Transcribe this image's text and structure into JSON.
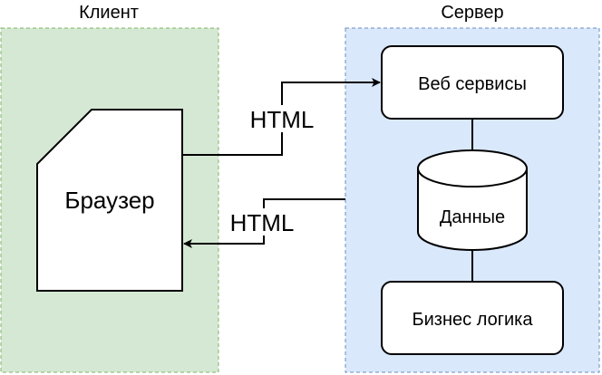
{
  "client": {
    "title": "Клиент",
    "browser_label": "Браузер"
  },
  "server": {
    "title": "Сервер",
    "web_services_label": "Веб сервисы",
    "data_label": "Данные",
    "business_logic_label": "Бизнес логика"
  },
  "edges": {
    "request_label": "HTML",
    "response_label": "HTML"
  },
  "colors": {
    "client_fill": "#d5e8d4",
    "client_border": "#82b366",
    "server_fill": "#dae8fc",
    "server_border": "#6c8ebf",
    "node_fill": "#ffffff",
    "stroke": "#000000"
  }
}
